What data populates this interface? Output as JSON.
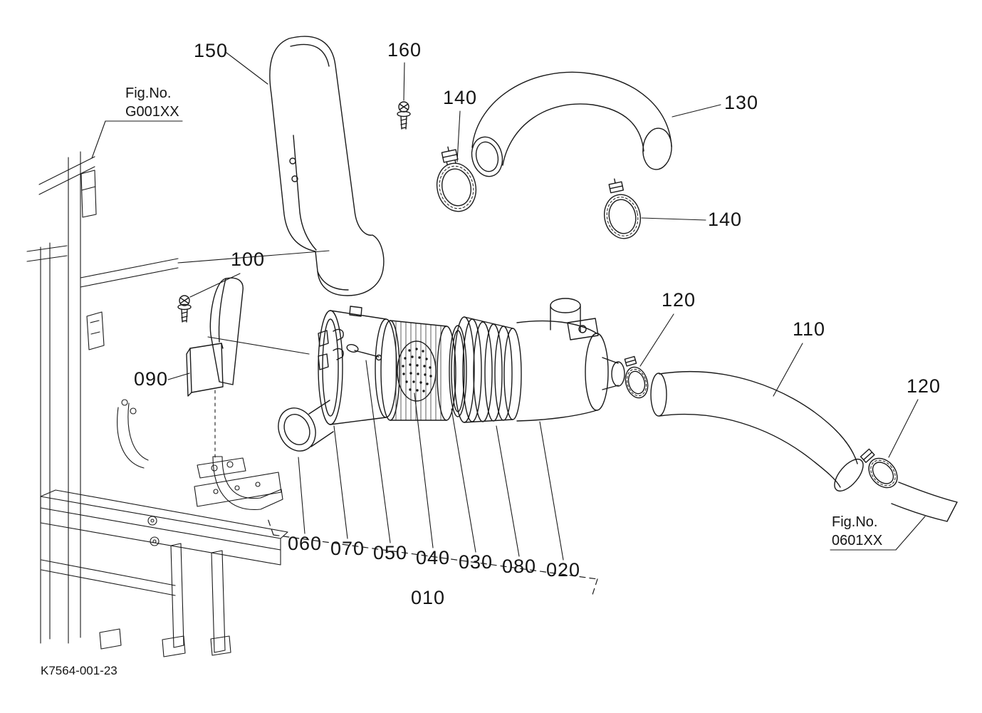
{
  "drawing": {
    "number": "K7564-001-23"
  },
  "fig_refs": {
    "g001": {
      "prefix": "Fig.No.",
      "code": "G001XX"
    },
    "f0601": {
      "prefix": "Fig.No.",
      "code": "0601XX"
    }
  },
  "callouts": {
    "c150": "150",
    "c160": "160",
    "c140_upper": "140",
    "c130": "130",
    "c140_lower": "140",
    "c100": "100",
    "c120_left": "120",
    "c110": "110",
    "c120_right": "120",
    "c090": "090",
    "c060": "060",
    "c070": "070",
    "c050": "050",
    "c040": "040",
    "c030": "030",
    "c080": "080",
    "c020": "020",
    "c010": "010"
  }
}
